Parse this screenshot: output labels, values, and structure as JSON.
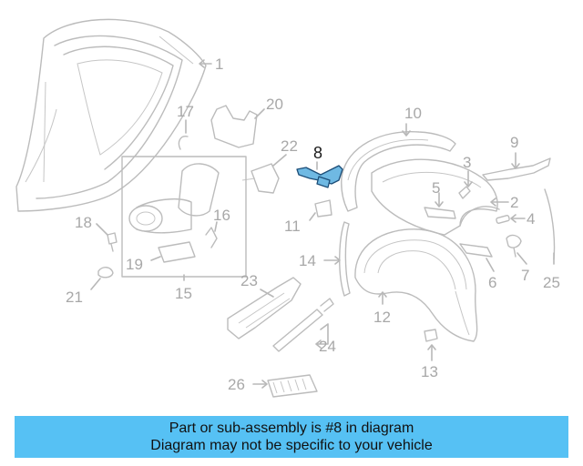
{
  "callouts": [
    "1",
    "2",
    "3",
    "4",
    "5",
    "6",
    "7",
    "8",
    "9",
    "10",
    "11",
    "12",
    "13",
    "14",
    "15",
    "16",
    "17",
    "18",
    "19",
    "20",
    "21",
    "22",
    "23",
    "24",
    "25",
    "26"
  ],
  "highlighted_callout": "8",
  "banner": {
    "line1": "Part or sub-assembly is #8 in diagram",
    "line2": "Diagram may not be specific to your vehicle"
  },
  "colors": {
    "banner_bg": "#56c1f4",
    "highlight_part": "#6fb9e3",
    "line_art": "#bcbcbc"
  }
}
